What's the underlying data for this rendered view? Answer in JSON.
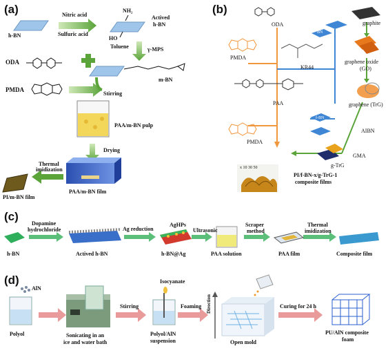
{
  "panel_a": {
    "label": "(a)",
    "hbn": "h-BN",
    "acid1": "Nitric acid",
    "acid2": "Sulfuric acid",
    "nh2": "NH₂",
    "ho": "HO",
    "actived1": "Actived",
    "actived2": "h-BN",
    "toluene": "Toluene",
    "gmps": "γ-MPS",
    "oda": "ODA",
    "mbn": "m-BN",
    "pmda": "PMDA",
    "stirring": "Stirring",
    "paa_pulp": "PAA/m-BN pulp",
    "drying": "Drying",
    "thermal1": "Thermal",
    "thermal2": "imidization",
    "pi_film": "PI/m-BN film",
    "paa_film": "PAA/m-BN film"
  },
  "panel_b": {
    "label": "(b)",
    "oda": "ODA",
    "graphite": "graphite",
    "pmda1": "PMDA",
    "kr44": "KR44",
    "go1": "graphene oxide",
    "go2": "(GO)",
    "paa": "PAA",
    "trg": "graphene (TrG)",
    "aibn": "AIBN",
    "pmda2": "PMDA",
    "gma": "GMA",
    "gtrg": "g-TrG",
    "fbn": "f-BN",
    "bn": "BN",
    "composite1": "PI/f-BN-x/g-TrG-1",
    "composite2": "composite films",
    "sample_labels": "x  10    30    50"
  },
  "panel_c": {
    "label": "(c)",
    "hbn": "h-BN",
    "dopa1": "Dopamine",
    "dopa2": "hydrochloride",
    "actived": "Actived h-BN",
    "agred": "Ag reduction",
    "aghps": "AgHPs",
    "hbnag": "h-BN@Ag",
    "ultrasonic": "Ultrasonic",
    "paa_sol": "PAA solution",
    "scraper1": "Scraper",
    "scraper2": "method",
    "paa_film": "PAA film",
    "thermal1": "Thermal",
    "thermal2": "imidization",
    "composite": "Composite film"
  },
  "panel_d": {
    "label": "(d)",
    "aln": "AlN",
    "polyol": "Polyol",
    "sonic1": "Sonicating in an",
    "sonic2": "ice and water bath",
    "stirring": "Stirring",
    "isocyanate": "Isocyanate",
    "susp1": "Polyol/AlN",
    "susp2": "suspension",
    "foaming": "Foaming",
    "direction": "Direction",
    "openmold": "Open mold",
    "curing": "Curing for 24 h",
    "pu1": "PU/AlN composite",
    "pu2": "foam"
  },
  "colors": {
    "green_arrow": "#5aa43a",
    "pink_arrow": "#e99a9a",
    "orange_arrow": "#f0963c",
    "blue_arrow": "#3f86d4",
    "bn_blue": "#9fc6ea",
    "bn_green": "#2fae5b"
  }
}
